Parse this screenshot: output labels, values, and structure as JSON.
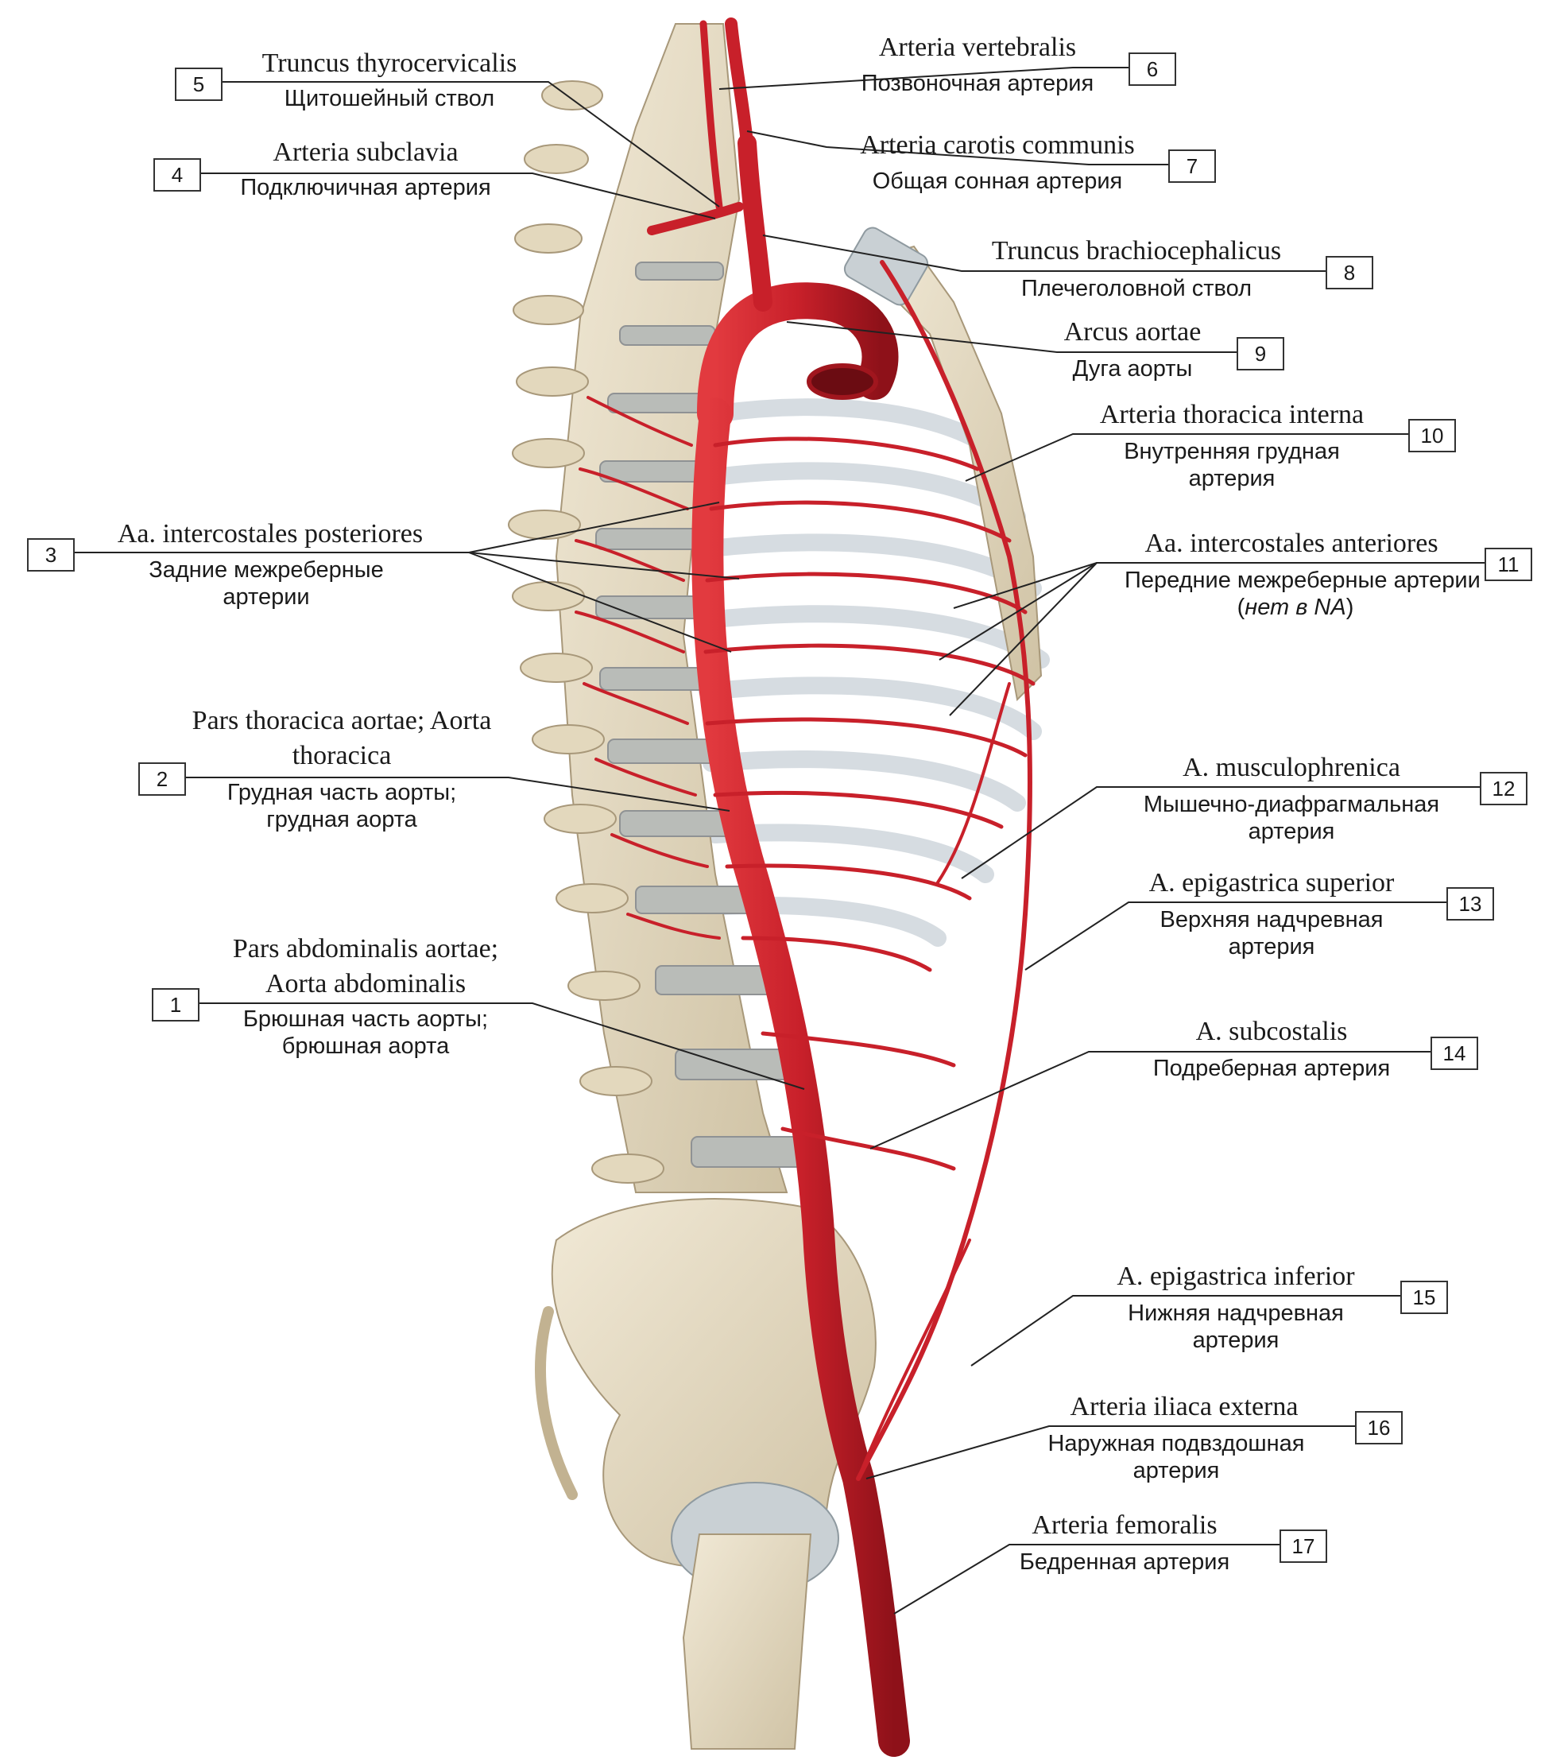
{
  "labels": [
    {
      "number": "5",
      "latin": "Truncus thyrocervicalis",
      "russian": "Щитошейный ствол"
    },
    {
      "number": "4",
      "latin": "Arteria subclavia",
      "russian": "Подключичная артерия"
    },
    {
      "number": "3",
      "latin": "Aa. intercostales posteriores",
      "russian": "Задние межреберные артерии"
    },
    {
      "number": "2",
      "latin": "Pars thoracica aortae; Aorta thoracica",
      "russian": "Грудная часть аорты; грудная аорта"
    },
    {
      "number": "1",
      "latin": "Pars abdominalis aortae; Aorta abdominalis",
      "russian": "Брюшная часть аорты; брюшная аорта"
    },
    {
      "number": "6",
      "latin": "Arteria vertebralis",
      "russian": "Позвоночная артерия"
    },
    {
      "number": "7",
      "latin": "Arteria carotis communis",
      "russian": "Общая сонная артерия"
    },
    {
      "number": "8",
      "latin": "Truncus brachiocephalicus",
      "russian": "Плечеголовной ствол"
    },
    {
      "number": "9",
      "latin": "Arcus aortae",
      "russian": "Дуга аорты"
    },
    {
      "number": "10",
      "latin": "Arteria thoracica interna",
      "russian": "Внутренняя грудная артерия"
    },
    {
      "number": "11",
      "latin": "Aa. intercostales anteriores",
      "russian": "Передние межреберные артерии",
      "russian_note": "нет в NA"
    },
    {
      "number": "12",
      "latin": "A. musculophrenica",
      "russian": "Мышечно-диафрагмальная артерия"
    },
    {
      "number": "13",
      "latin": "A. epigastrica superior",
      "russian": "Верхняя надчревная артерия"
    },
    {
      "number": "14",
      "latin": "A. subcostalis",
      "russian": "Подреберная артерия"
    },
    {
      "number": "15",
      "latin": "A. epigastrica inferior",
      "russian": "Нижняя надчревная артерия"
    },
    {
      "number": "16",
      "latin": "Arteria iliaca externa",
      "russian": "Наружная подвздошная артерия"
    },
    {
      "number": "17",
      "latin": "Arteria femoralis",
      "russian": "Бедренная артерия"
    }
  ],
  "colors": {
    "artery": "#c8202a",
    "bone": "#e6dcc4",
    "disc": "#b9bcb8",
    "leader": "#222222"
  }
}
